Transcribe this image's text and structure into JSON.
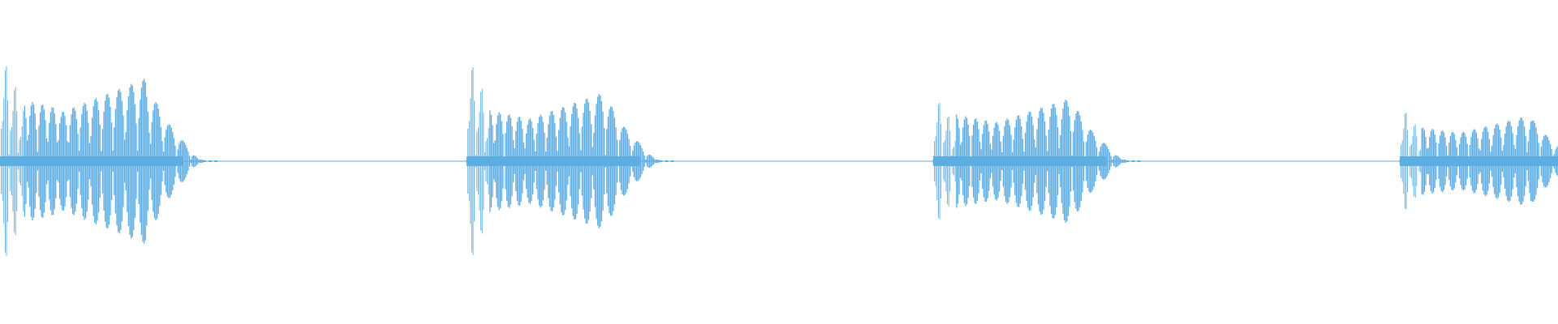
{
  "waveform": {
    "color": "#5dade2",
    "background": "#ffffff",
    "icon": "audio-waveform",
    "bursts": [
      {
        "start": 0.0,
        "attack_peak": 1.0,
        "body_peak": 0.72,
        "length": 1.0
      },
      {
        "start": 1.0,
        "attack_peak": 1.0,
        "body_peak": 0.6,
        "length": 0.95
      },
      {
        "start": 2.0,
        "attack_peak": 0.62,
        "body_peak": 0.55,
        "length": 0.95
      },
      {
        "start": 3.0,
        "attack_peak": 0.52,
        "body_peak": 0.4,
        "length": 0.9
      }
    ]
  }
}
